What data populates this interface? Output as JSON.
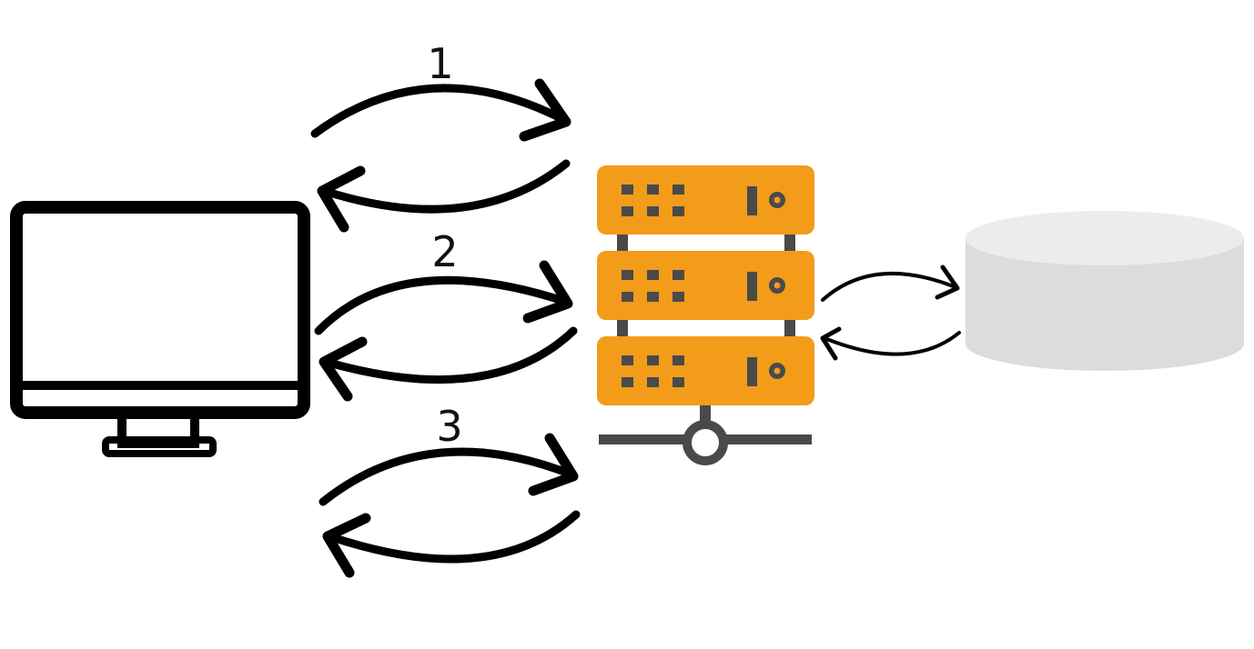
{
  "diagram": {
    "steps": [
      {
        "number": "1"
      },
      {
        "number": "2"
      },
      {
        "number": "3"
      }
    ],
    "nodes": {
      "client": {
        "icon": "monitor-icon"
      },
      "server": {
        "icon": "server-rack-icon"
      },
      "database": {
        "icon": "database-cylinder-icon"
      }
    },
    "colors": {
      "server_body": "#f29c1a",
      "server_detail": "#4a4a4a",
      "monitor": "#000000",
      "database_top": "#ececec",
      "database_side": "#dcdcdc",
      "arrow": "#000000"
    }
  }
}
